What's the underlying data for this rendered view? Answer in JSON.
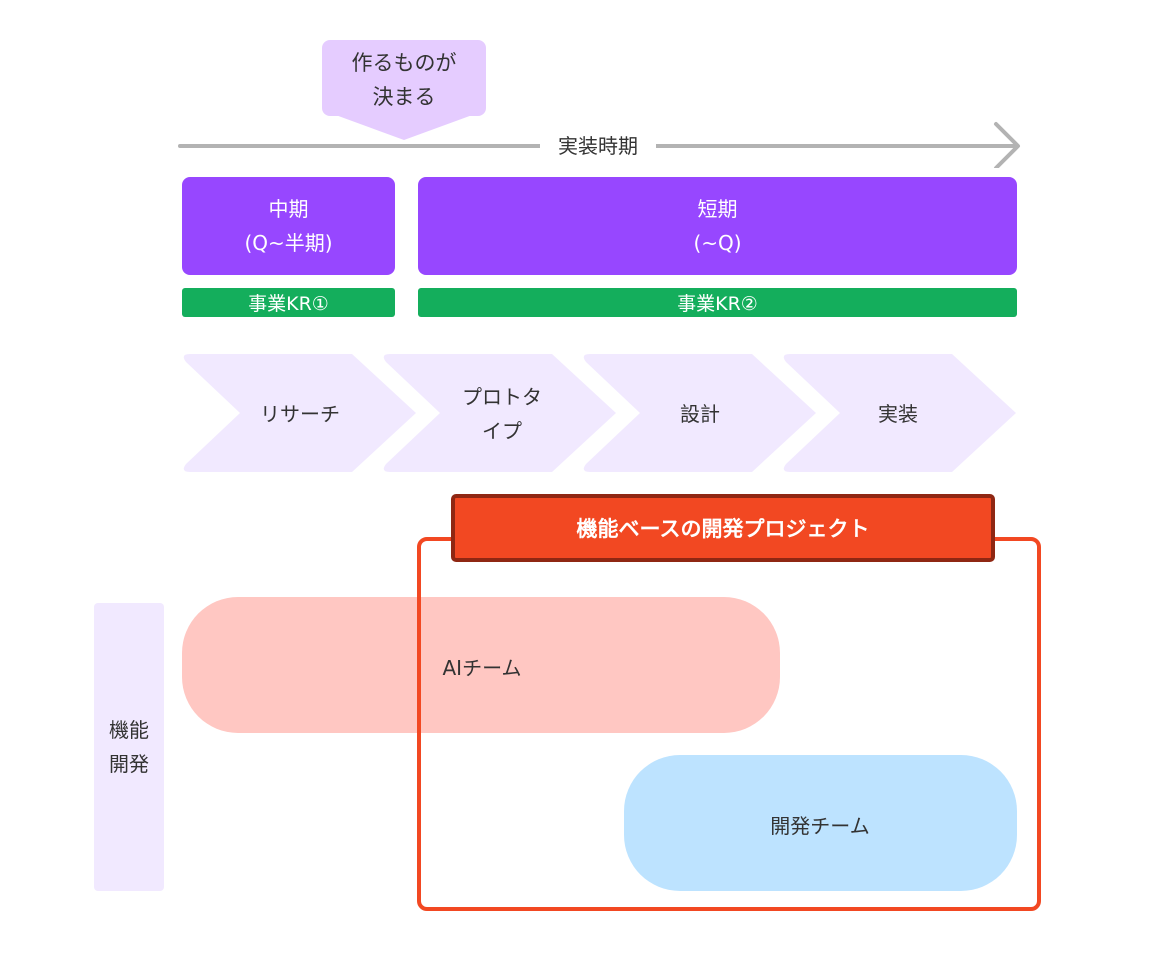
{
  "callout": {
    "text": "作るものが\n決まる",
    "color": "#e5ccff"
  },
  "timeline": {
    "label": "実装時期",
    "color": "#b3b3b3"
  },
  "periods": [
    {
      "label": "中期\n(Q~半期)",
      "kr": "事業KR①"
    },
    {
      "label": "短期\n(~Q)",
      "kr": "事業KR②"
    }
  ],
  "colors": {
    "period": "#9747ff",
    "kr": "#14ae5c",
    "phase": "#f1e9ff",
    "project": "#f24822",
    "project_border": "#8f2713",
    "side": "#f1e9ff",
    "ai_team": "#ffc7c2",
    "dev_team": "#bde3ff"
  },
  "phases": [
    {
      "label": "リサーチ"
    },
    {
      "label": "プロトタ\nイプ"
    },
    {
      "label": "設計"
    },
    {
      "label": "実装"
    }
  ],
  "project": {
    "title": "機能ベースの開発プロジェクト"
  },
  "side_label": "機能\n開発",
  "teams": {
    "ai": "AIチーム",
    "dev": "開発チーム"
  }
}
